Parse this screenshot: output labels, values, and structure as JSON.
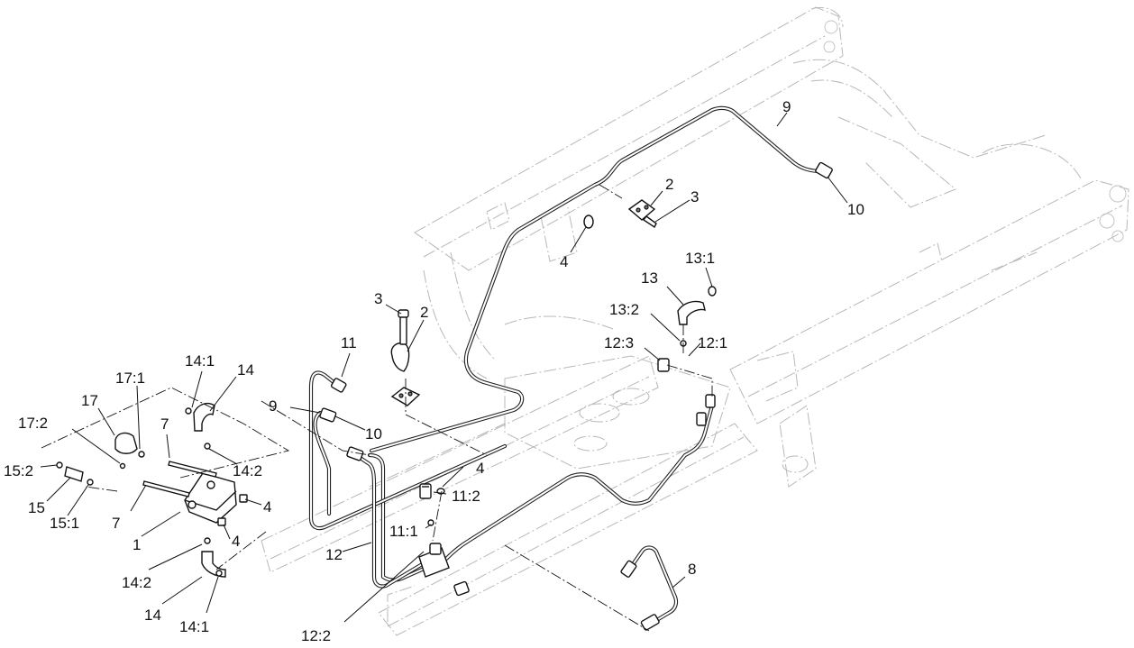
{
  "callouts": {
    "c_9_top": "9",
    "c_2_top": "2",
    "c_3_top": "3",
    "c_10_top": "10",
    "c_4_top": "4",
    "c_13_1": "13:1",
    "c_13": "13",
    "c_13_2": "13:2",
    "c_12_3": "12:3",
    "c_12_1": "12:1",
    "c_3_mid": "3",
    "c_2_mid": "2",
    "c_11_top": "11",
    "c_9_mid": "9",
    "c_10_mid": "10",
    "c_14_1_top": "14:1",
    "c_14_top": "14",
    "c_17_1": "17:1",
    "c_17": "17",
    "c_17_2": "17:2",
    "c_7_top": "7",
    "c_14_2_top": "14:2",
    "c_15_2": "15:2",
    "c_15": "15",
    "c_15_1": "15:1",
    "c_7_bot": "7",
    "c_4_left_a": "4",
    "c_4_left_b": "4",
    "c_1": "1",
    "c_4_mid": "4",
    "c_11_2": "11:2",
    "c_11_1": "11:1",
    "c_12": "12",
    "c_14_2_bot": "14:2",
    "c_14_bot": "14",
    "c_14_1_bot": "14:1",
    "c_12_2": "12:2",
    "c_8": "8"
  }
}
